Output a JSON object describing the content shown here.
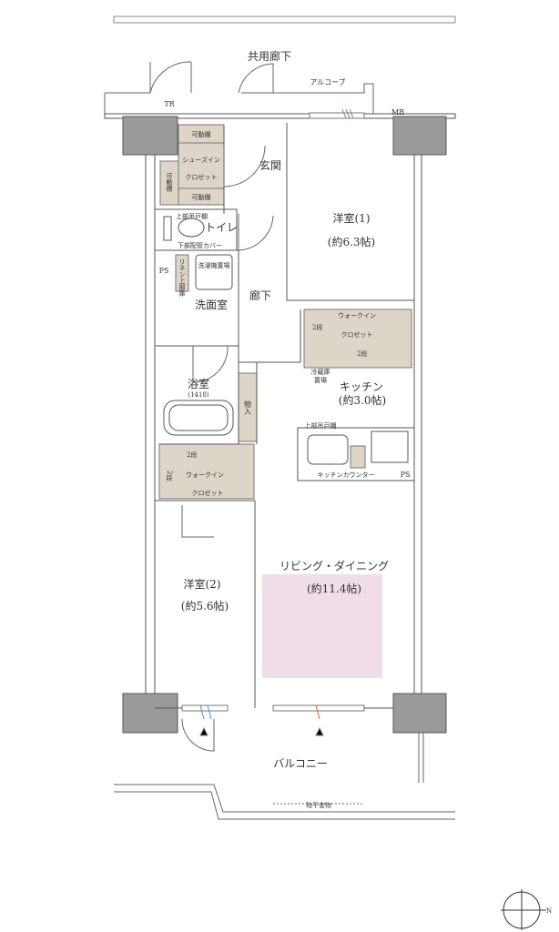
{
  "colors": {
    "wall": "#9a9a9a",
    "closet": "#ddd5c8",
    "living_highlight": "#efdde8",
    "line": "#555555"
  },
  "labels": {
    "common_corridor": "共用廊下",
    "alcove": "アルコーブ",
    "tr": "TR",
    "mb": "MB",
    "shelf_1": "可動棚",
    "shoes_in_1": "シューズイン",
    "shoes_in_2": "クロゼット",
    "shelf_2": "可動棚",
    "shelf_3": "可動棚",
    "upper_cabinet_toilet": "上部吊戸棚",
    "toilet": "トイレ",
    "pipe_cover": "下部配管カバー",
    "ps_1": "PS",
    "linen": "リネン上部庫",
    "washer": "洗濯機置場",
    "washroom": "洗面室",
    "entrance": "玄関",
    "bedroom1": "洋室(1)",
    "bedroom1_size": "(約6.3帖)",
    "hallway": "廊下",
    "wic1_1": "ウォークイン",
    "wic1_2": "クロゼット",
    "two_step_1": "2段",
    "two_step_2": "2段",
    "fridge_1": "冷蔵庫",
    "fridge_2": "置場",
    "kitchen": "キッチン",
    "kitchen_size": "(約3.0帖)",
    "bath": "浴室",
    "bath_size": "(1418)",
    "storage": "物入",
    "upper_cabinet_kitchen": "上部吊戸棚",
    "kitchen_counter": "キッチンカウンター",
    "ps_2": "PS",
    "two_step_3": "2段",
    "two_step_4": "2段",
    "wic2_1": "ウォークイン",
    "wic2_2": "クロゼット",
    "living": "リビング・ダイニング",
    "living_size": "(約11.4帖)",
    "bedroom2": "洋室(2)",
    "bedroom2_size": "(約5.6帖)",
    "balcony": "バルコニー",
    "drying_rack": "物干金物",
    "north": "N"
  }
}
